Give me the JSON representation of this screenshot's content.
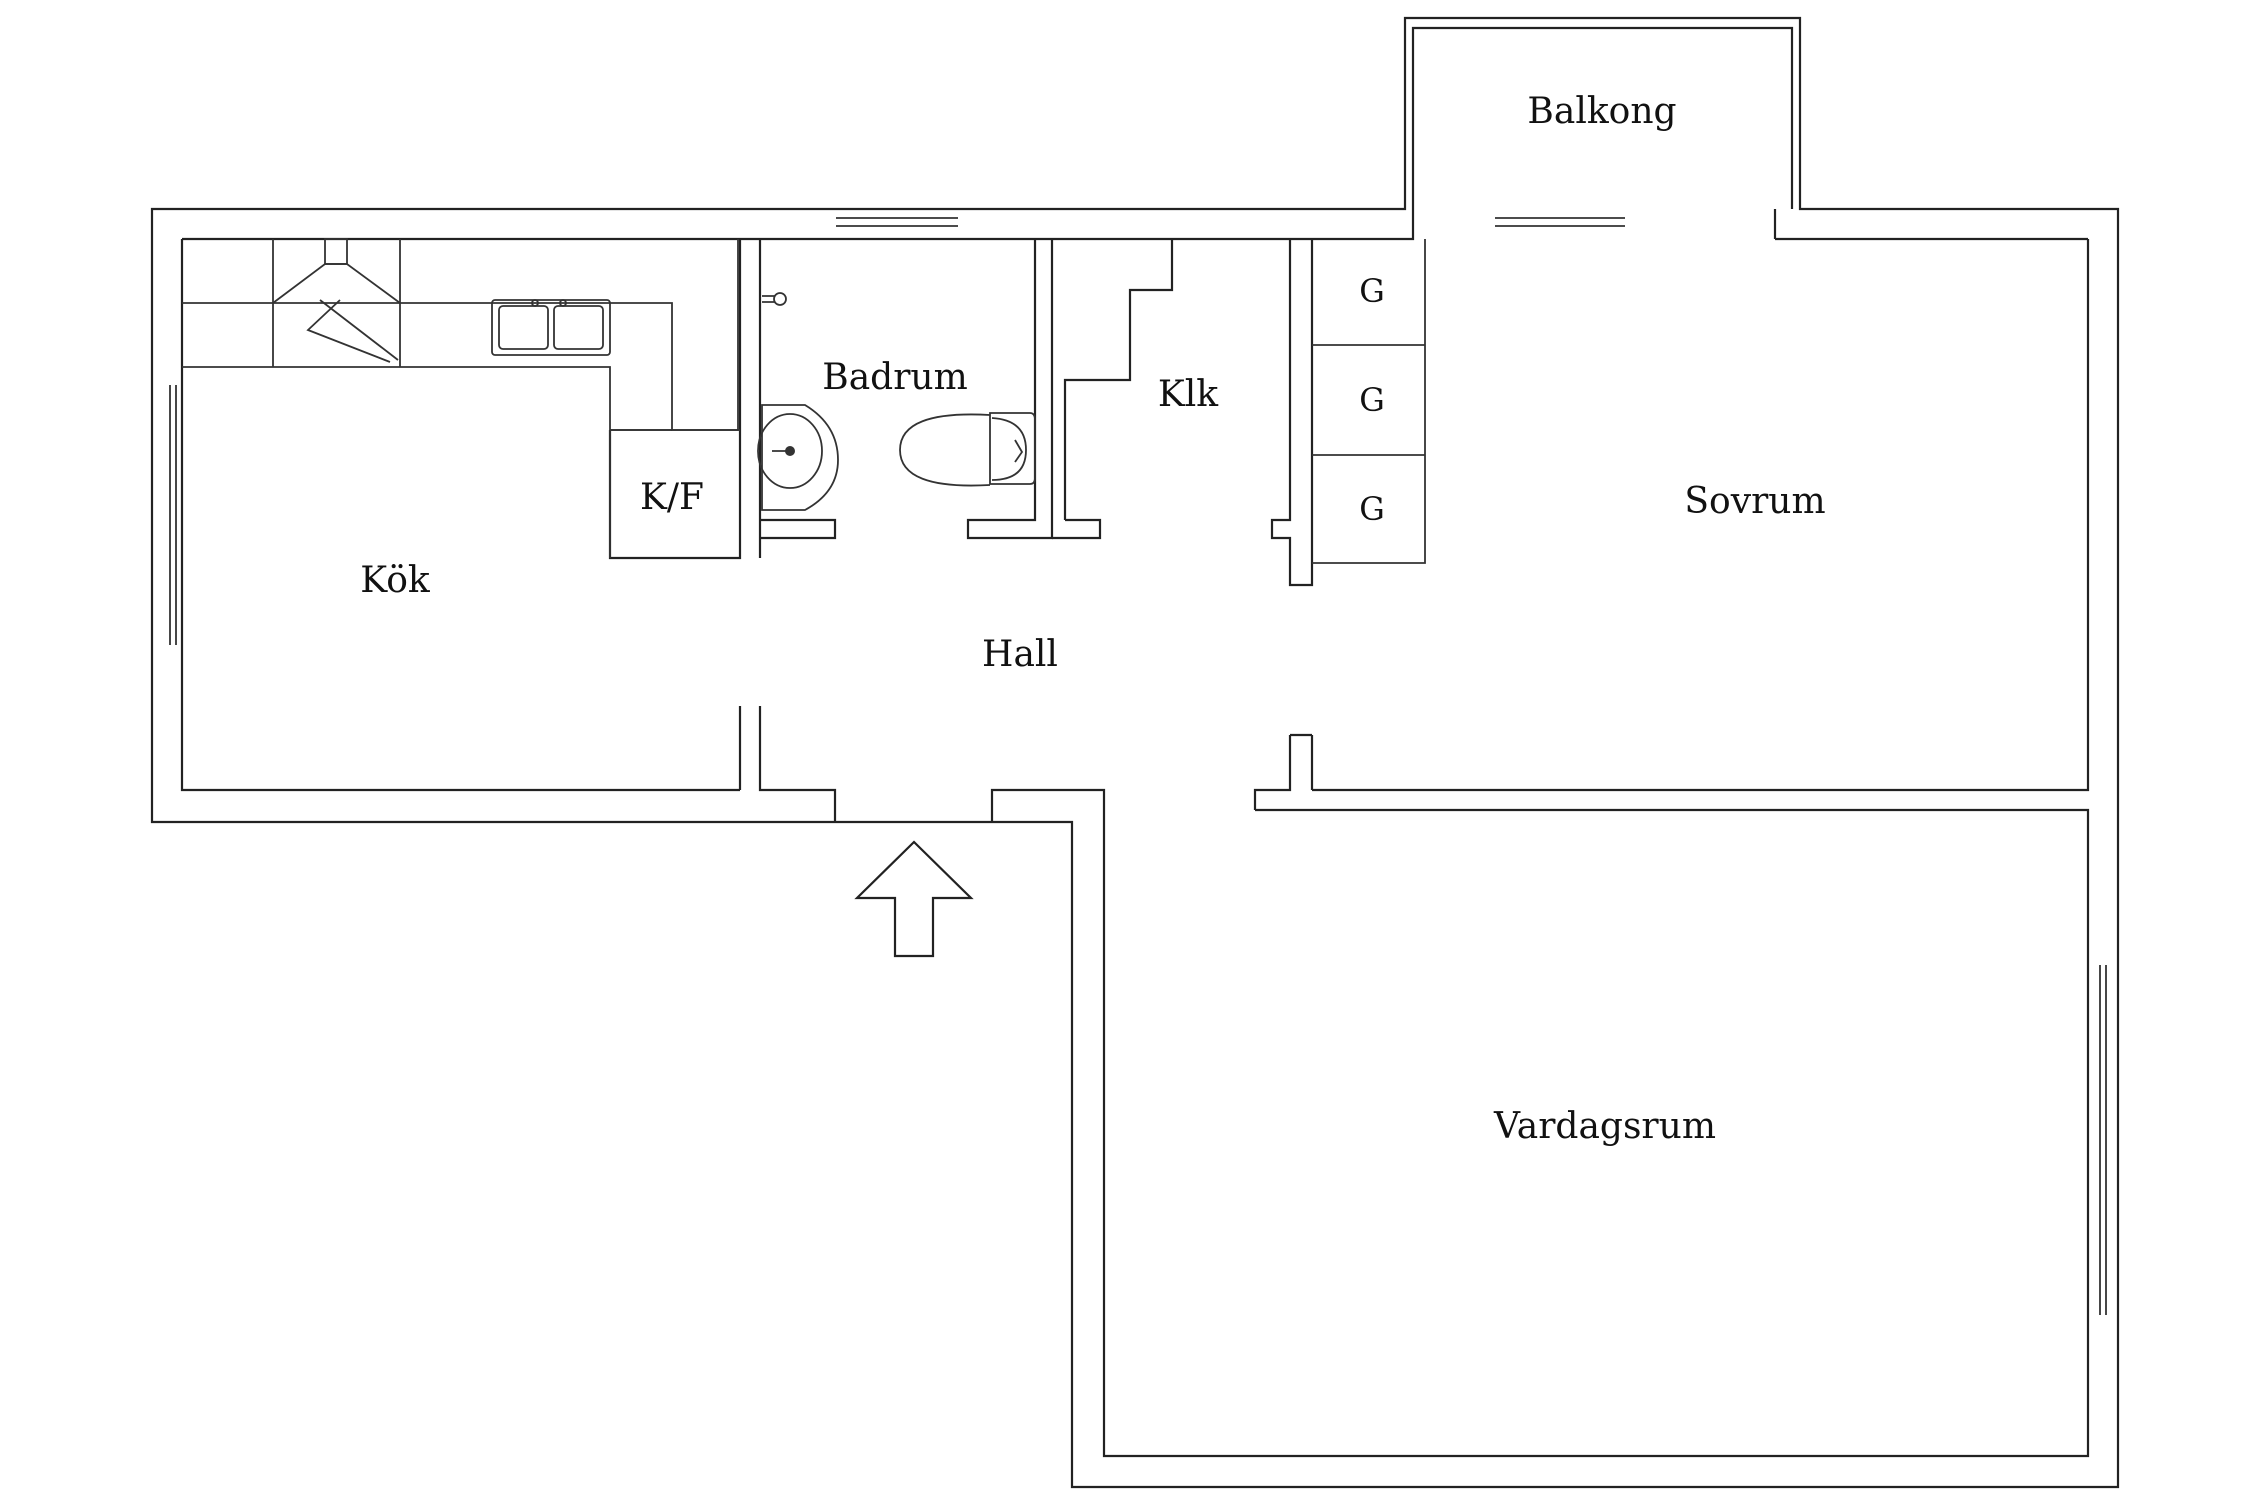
{
  "rooms": {
    "balkong": "Balkong",
    "badrum": "Badrum",
    "klk": "Klk",
    "kf": "K/F",
    "kok": "Kök",
    "hall": "Hall",
    "sovrum": "Sovrum",
    "vardagsrum": "Vardagsrum",
    "g1": "G",
    "g2": "G",
    "g3": "G"
  },
  "icons": {
    "entrance": "entrance-arrow-icon",
    "sink": "sink-icon",
    "toilet": "toilet-icon",
    "basin": "basin-icon",
    "stove": "stove-hood-icon",
    "shower": "shower-icon"
  },
  "colors": {
    "lines": "#222222",
    "background": "#ffffff"
  }
}
